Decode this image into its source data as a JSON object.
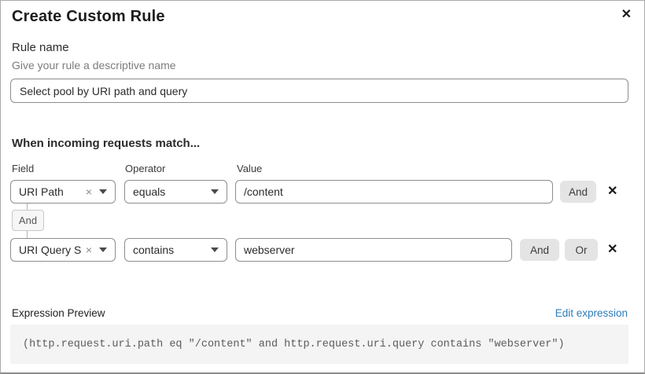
{
  "dialog": {
    "title": "Create Custom Rule"
  },
  "icons": {
    "close": "✕",
    "clear": "×",
    "remove": "✕"
  },
  "rule_name": {
    "label": "Rule name",
    "hint": "Give your rule a descriptive name",
    "value": "Select pool by URI path and query"
  },
  "matcher": {
    "heading": "When incoming requests match...",
    "columns": {
      "field": "Field",
      "operator": "Operator",
      "value": "Value"
    },
    "connector": "And",
    "rows": [
      {
        "field": "URI Path",
        "operator": "equals",
        "value": "/content",
        "and_label": "And"
      },
      {
        "field": "URI Query St...",
        "operator": "contains",
        "value": "webserver",
        "and_label": "And",
        "or_label": "Or"
      }
    ]
  },
  "expression": {
    "label": "Expression Preview",
    "edit_link": "Edit expression",
    "code": "(http.request.uri.path eq \"/content\" and http.request.uri.query contains \"webserver\")"
  },
  "colors": {
    "link_blue": "#2c7cb8",
    "pill_bg": "#e4e4e4",
    "code_bg": "#f4f4f4",
    "input_border": "#8d8d8d"
  }
}
